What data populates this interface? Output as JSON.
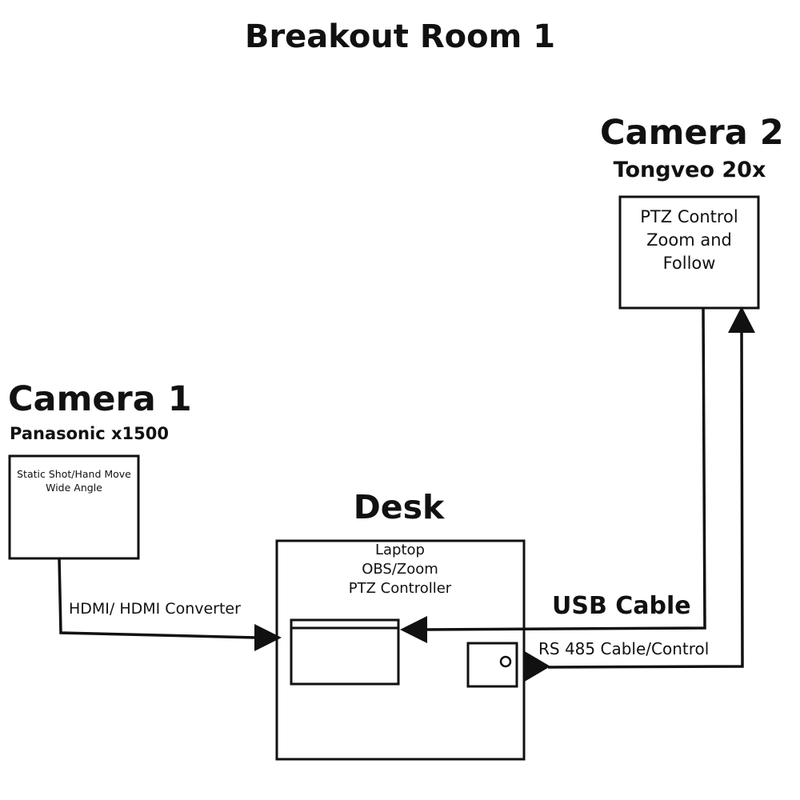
{
  "title": "Breakout Room 1",
  "camera2": {
    "name": "Camera 2",
    "model": "Tongveo 20x",
    "box_lines": [
      "PTZ Control",
      "Zoom and",
      "Follow"
    ]
  },
  "camera1": {
    "name": "Camera 1",
    "model": "Panasonic x1500",
    "box_lines": [
      "Static Shot/Hand Move",
      "Wide Angle"
    ]
  },
  "desk": {
    "name": "Desk",
    "laptop_lines": [
      "Laptop",
      "OBS/Zoom",
      "PTZ Controller"
    ]
  },
  "connections": {
    "hdmi": "HDMI/ HDMI Converter",
    "usb": "USB Cable",
    "rs485": "RS 485 Cable/Control"
  }
}
